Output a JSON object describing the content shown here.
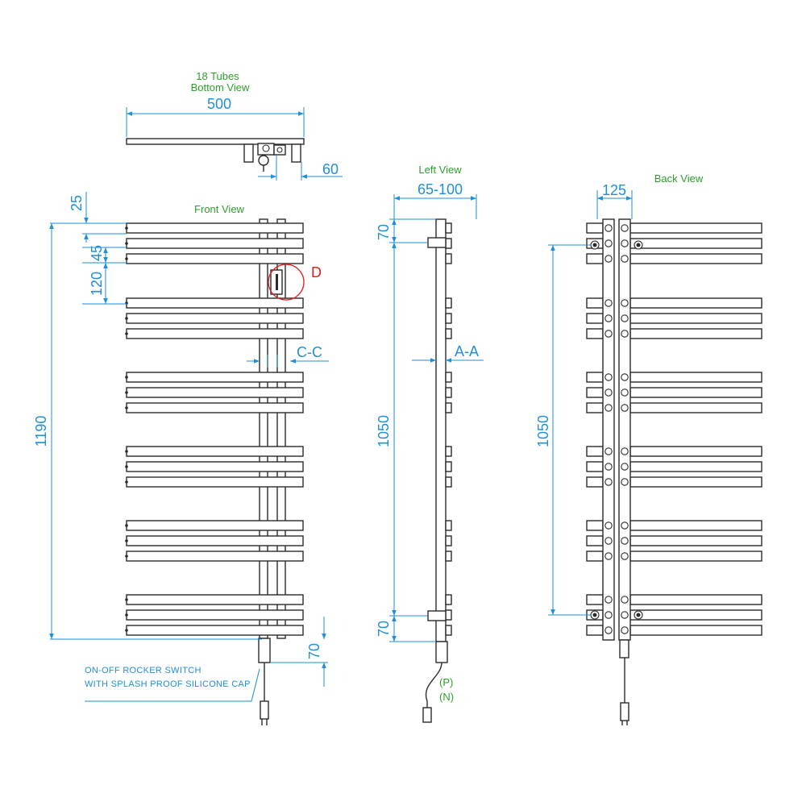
{
  "labels": {
    "tubes_count": "18 Tubes",
    "bottom_view": "Bottom View",
    "front_view": "Front View",
    "left_view": "Left View",
    "back_view": "Back View",
    "detail_marker": "D",
    "section_cc": "C-C",
    "section_aa": "A-A",
    "switch_note_line1": "ON-OFF ROCKER SWITCH",
    "switch_note_line2": "WITH SPLASH PROOF SILICONE CAP",
    "wire_p": "(P)",
    "wire_n": "(N)"
  },
  "dimensions": {
    "width": "500",
    "depth": "60",
    "height": "1190",
    "top_gap": "25",
    "tube_pitch": "45",
    "group_gap": "120",
    "bottom_offset": "70",
    "wall_offset": "65-100",
    "left_top": "70",
    "left_centers": "1050",
    "left_bottom": "70",
    "back_spacing": "125",
    "back_centers": "1050"
  },
  "colors": {
    "line": "#2b2b2b",
    "dimension": "#1f8fd8",
    "label": "#2e9e2e",
    "detail": "#e02020"
  }
}
